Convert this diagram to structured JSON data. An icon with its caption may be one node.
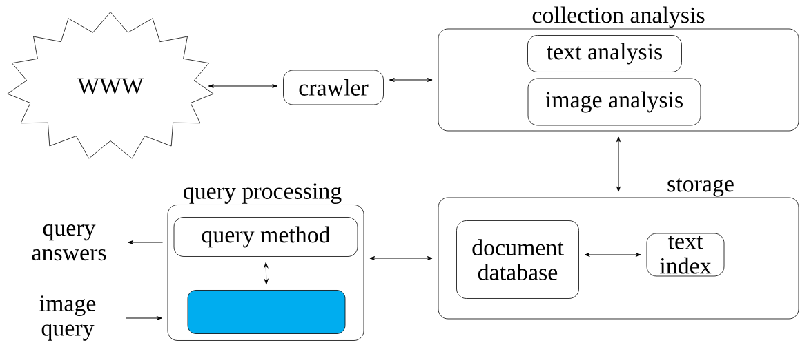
{
  "diagram": {
    "nodes": [
      {
        "text": [
          "WWW"
        ]
      },
      {
        "text": [
          "crawler"
        ]
      },
      {
        "text": [
          "collection analysis"
        ]
      },
      {
        "text": [
          "text analysis"
        ],
        "in": 2
      },
      {
        "text": [
          "image analysis"
        ],
        "in": 2
      },
      {
        "text": [
          "query processing"
        ]
      },
      {
        "text": [
          "query method"
        ],
        "in": 5
      },
      {
        "text": [],
        "shape": "box",
        "in": 5
      },
      {
        "text": [
          "storage"
        ]
      },
      {
        "text": [
          "document database"
        ],
        "in": 8
      },
      {
        "text": [
          "text index"
        ],
        "in": 8
      },
      {
        "text": [
          "query answers"
        ]
      },
      {
        "text": [
          "image query"
        ]
      }
    ],
    "edges": [
      {
        "from": 0,
        "to": 1,
        "arrow": "both"
      },
      {
        "from": 1,
        "to": 2,
        "arrow": "both"
      },
      {
        "from": 2,
        "to": 8,
        "arrow": "both"
      },
      {
        "from": 5,
        "to": 8,
        "arrow": "both"
      },
      {
        "from": 9,
        "to": 10,
        "arrow": "both"
      },
      {
        "from": 6,
        "to": 7,
        "arrow": "both"
      },
      {
        "from": 5,
        "to": 11,
        "arrow": "to"
      },
      {
        "from": 12,
        "to": 5,
        "arrow": "to"
      }
    ]
  }
}
